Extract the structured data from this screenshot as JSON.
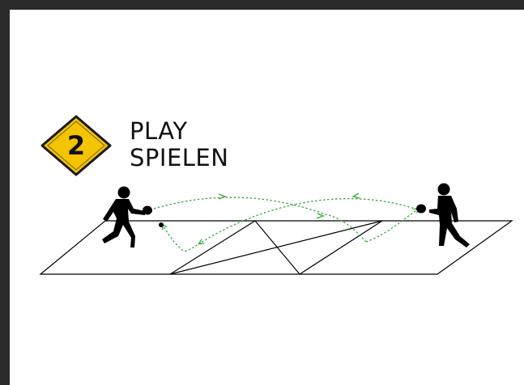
{
  "step": {
    "number": "2",
    "title_en": "PLAY",
    "title_de": "SPIELEN"
  },
  "colors": {
    "badge_fill": "#f5c400",
    "badge_stroke": "#1a1a1a",
    "trajectory": "#3aa63a",
    "figure": "#000000",
    "table_line": "#000000",
    "frame_bg": "#ffffff",
    "outer_bg": "#2b2b2b"
  },
  "icons": {
    "badge": "diamond-sign-icon",
    "left_player": "player-with-paddle-icon",
    "right_player": "player-with-paddle-icon",
    "ball": "ball-icon",
    "arrows": "trajectory-arrow-icon"
  }
}
